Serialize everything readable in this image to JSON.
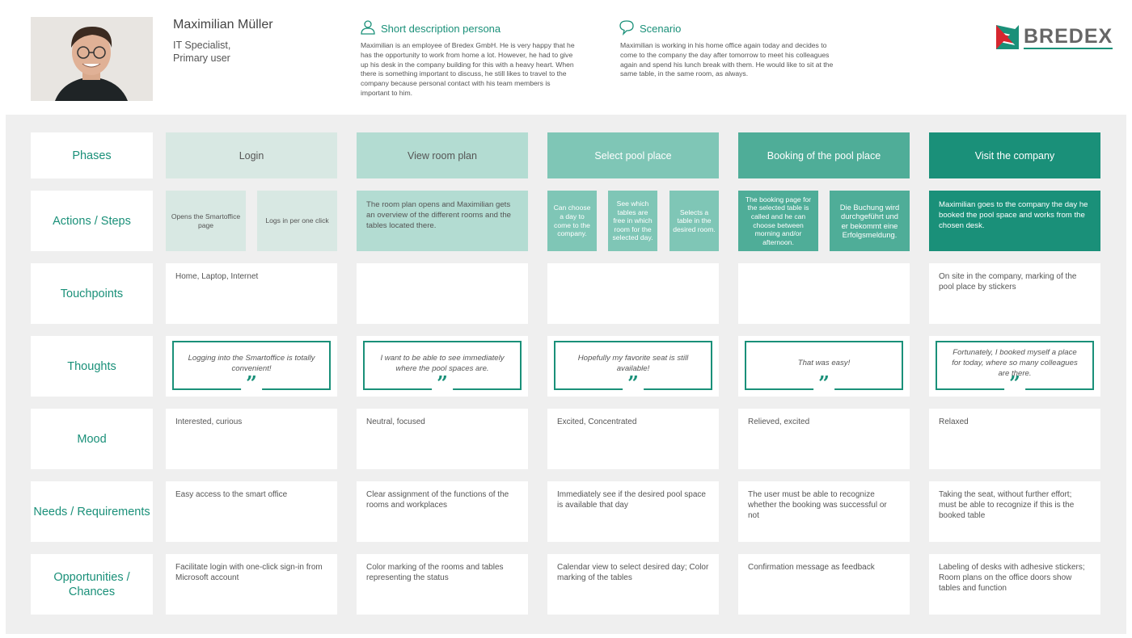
{
  "persona": {
    "name": "Maximilian Müller",
    "role_line1": "IT Specialist,",
    "role_line2": "Primary user",
    "description_title": "Short description persona",
    "description_text": "Maximilian is an employee of Bredex GmbH. He is very happy that he has the opportunity to work from home a lot. However, he had to give up his desk in the company building for this with a heavy heart. When there is something important to discuss, he still likes to travel to the company because personal contact with his team members is important to him.",
    "scenario_title": "Scenario",
    "scenario_text": "Maximilian is working in his home office again today and decides to come to the company the day after tomorrow to meet his colleagues again and spend his lunch break with them. He would like to sit at the same table, in the same room, as always."
  },
  "logo": {
    "text": "BREDEX"
  },
  "colors": {
    "accent": "#1a9079",
    "phase1": "#d8e8e3",
    "phase2": "#b3dcd2",
    "phase3": "#7fc6b6",
    "phase4": "#4fad98",
    "phase5": "#1a9079"
  },
  "row_labels": {
    "phases": "Phases",
    "actions": "Actions / Steps",
    "touchpoints": "Touchpoints",
    "thoughts": "Thoughts",
    "mood": "Mood",
    "needs": "Needs / Requirements",
    "opportunities_line1": "Opportunities /",
    "opportunities_line2": "Chances"
  },
  "phases": [
    "Login",
    "View room plan",
    "Select pool place",
    "Booking of the pool place",
    "Visit the company"
  ],
  "steps": {
    "login_1": "Opens the Smartoffice page",
    "login_2": "Logs in per one click",
    "view_1": "The room plan opens and Maximilian gets an overview of the different rooms and the tables located there.",
    "select_1": "Can choose a day to come to the company.",
    "select_2": "See which tables are free in which room for the selected day.",
    "select_3": "Selects a table in the desired room.",
    "booking_1": "The booking page for the selected table is called and he can choose between morning and/or afternoon.",
    "booking_2": "Die Buchung wird durchgeführt und er bekommt eine Erfolgsmeldung.",
    "visit_1": "Maximilian goes to the company the day he booked the pool space and works from the chosen desk."
  },
  "touchpoints": [
    "Home, Laptop, Internet",
    "",
    "",
    "",
    "On site in the company, marking of the pool place by stickers"
  ],
  "thoughts": [
    "Logging into the Smartoffice is totally convenient!",
    "I want to be able to see immediately where the pool spaces are.",
    "Hopefully my favorite seat is still available!",
    "That was easy!",
    "Fortunately, I booked myself a place for today, where so many colleagues are there."
  ],
  "quote_glyph": "”",
  "mood": [
    "Interested, curious",
    "Neutral, focused",
    "Excited, Concentrated",
    "Relieved, excited",
    "Relaxed"
  ],
  "needs": [
    "Easy access to the smart office",
    "Clear assignment of the functions of the rooms and workplaces",
    "Immediately see if the desired pool space is available that day",
    "The user must be able to recognize whether the booking was successful or not",
    "Taking the seat, without further effort; must be able to recognize if this is the booked table"
  ],
  "opportunities": [
    "Facilitate login with one-click sign-in from Microsoft account",
    "Color marking of the rooms and tables representing the status",
    "Calendar view to select desired day; Color marking of the tables",
    "Confirmation message as feedback",
    "Labeling of desks with adhesive stickers; Room plans on the office doors show tables and function"
  ]
}
